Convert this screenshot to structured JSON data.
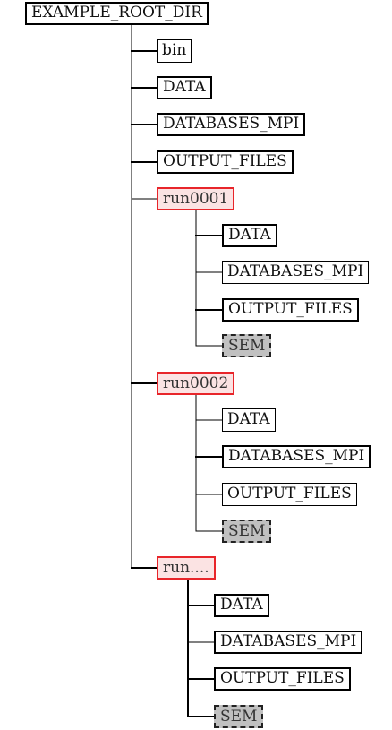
{
  "colors": {
    "run_border": "#e8252a",
    "run_fill": "#fbe3e3",
    "sem_fill": "#c0c0c0",
    "sem_border": "#222222",
    "line": "#000000"
  },
  "root": {
    "label": "EXAMPLE_ROOT_DIR",
    "style": "thick"
  },
  "children": [
    {
      "label": "bin",
      "style": "thin"
    },
    {
      "label": "DATA",
      "style": "thick"
    },
    {
      "label": "DATABASES_MPI",
      "style": "thick"
    },
    {
      "label": "OUTPUT_FILES",
      "style": "thick"
    },
    {
      "label": "run0001",
      "style": "run",
      "children": [
        {
          "label": "DATA",
          "style": "thick"
        },
        {
          "label": "DATABASES_MPI",
          "style": "thin"
        },
        {
          "label": "OUTPUT_FILES",
          "style": "thick"
        },
        {
          "label": "SEM",
          "style": "sem"
        }
      ]
    },
    {
      "label": "run0002",
      "style": "run",
      "children": [
        {
          "label": "DATA",
          "style": "thin"
        },
        {
          "label": "DATABASES_MPI",
          "style": "thick"
        },
        {
          "label": "OUTPUT_FILES",
          "style": "thin"
        },
        {
          "label": "SEM",
          "style": "sem"
        }
      ]
    },
    {
      "label": "run....",
      "style": "run",
      "children": [
        {
          "label": "DATA",
          "style": "thick"
        },
        {
          "label": "DATABASES_MPI",
          "style": "thick"
        },
        {
          "label": "OUTPUT_FILES",
          "style": "thick"
        },
        {
          "label": "SEM",
          "style": "sem"
        }
      ]
    }
  ]
}
